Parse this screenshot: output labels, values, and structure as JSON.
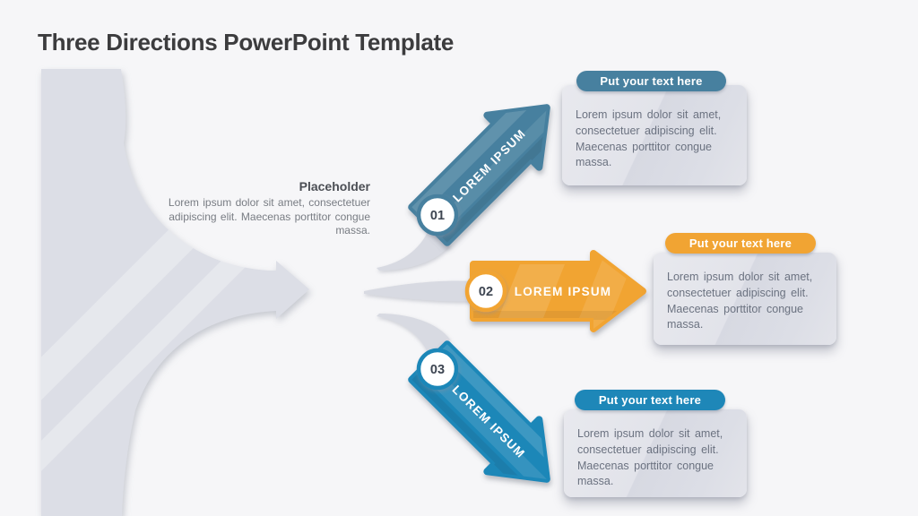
{
  "slide": {
    "title": "Three Directions PowerPoint Template"
  },
  "placeholder": {
    "heading": "Placeholder",
    "body": "Lorem ipsum dolor sit amet, consectetuer adipiscing elit. Maecenas porttitor congue massa."
  },
  "directions": [
    {
      "id": "01",
      "label": "LOREM IPSUM",
      "color": "#47809f",
      "card": {
        "header": "Put your text here",
        "body": "Lorem ipsum dolor sit amet, consectetuer adipiscing elit. Maecenas porttitor congue massa."
      }
    },
    {
      "id": "02",
      "label": "LOREM IPSUM",
      "color": "#f1a433",
      "card": {
        "header": "Put your text here",
        "body": "Lorem ipsum dolor sit amet, consectetuer adipiscing elit. Maecenas porttitor congue massa."
      }
    },
    {
      "id": "03",
      "label": "LOREM IPSUM",
      "color": "#1e87b8",
      "card": {
        "header": "Put your text here",
        "body": "Lorem ipsum dolor sit amet, consectetuer adipiscing elit. Maecenas porttitor congue massa."
      }
    }
  ],
  "colors": {
    "background": "#f6f6f8",
    "trunk_gray": "#dcdee6",
    "tail_gray": "#d8dae2",
    "card_gray": "#dfe1e8",
    "title_text": "#3c3c3e",
    "body_text": "#6b7280",
    "number_text": "#3d4451"
  }
}
